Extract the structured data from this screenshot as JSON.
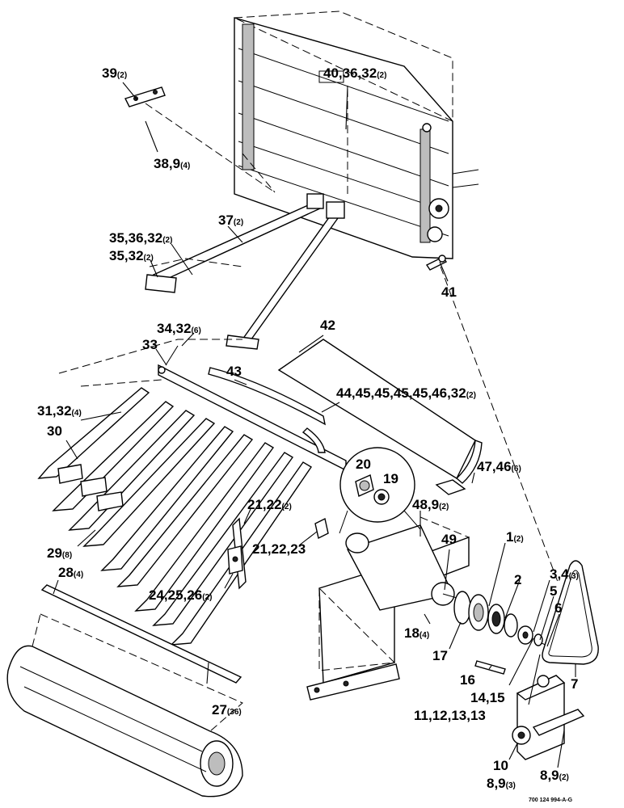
{
  "diagram": {
    "drawing_number": "700 124 994-A-G",
    "callouts": [
      {
        "id": "c39",
        "label": "39",
        "qty": "(2)"
      },
      {
        "id": "c40",
        "label": "40,36,32",
        "qty": "(2)"
      },
      {
        "id": "c38",
        "label": "38,9",
        "qty": "(4)"
      },
      {
        "id": "c37",
        "label": "37",
        "qty": "(2)"
      },
      {
        "id": "c35a",
        "label": "35,36,32",
        "qty": "(2)"
      },
      {
        "id": "c35b",
        "label": "35,32",
        "qty": "(2)"
      },
      {
        "id": "c41",
        "label": "41",
        "qty": ""
      },
      {
        "id": "c42",
        "label": "42",
        "qty": ""
      },
      {
        "id": "c34",
        "label": "34,32",
        "qty": "(6)"
      },
      {
        "id": "c33",
        "label": "33",
        "qty": ""
      },
      {
        "id": "c43",
        "label": "43",
        "qty": ""
      },
      {
        "id": "c44",
        "label": "44,45,45,45,45,46,32",
        "qty": "(2)"
      },
      {
        "id": "c31",
        "label": "31,32",
        "qty": "(4)"
      },
      {
        "id": "c30",
        "label": "30",
        "qty": ""
      },
      {
        "id": "c47",
        "label": "47,46",
        "qty": "(6)"
      },
      {
        "id": "c20",
        "label": "20",
        "qty": ""
      },
      {
        "id": "c19",
        "label": "19",
        "qty": ""
      },
      {
        "id": "c48",
        "label": "48,9",
        "qty": "(2)"
      },
      {
        "id": "c21a",
        "label": "21,22",
        "qty": "(2)"
      },
      {
        "id": "c29",
        "label": "29",
        "qty": "(8)"
      },
      {
        "id": "c21b",
        "label": "21,22,23",
        "qty": ""
      },
      {
        "id": "c49",
        "label": "49",
        "qty": ""
      },
      {
        "id": "c28",
        "label": "28",
        "qty": "(4)"
      },
      {
        "id": "c1",
        "label": "1",
        "qty": "(2)"
      },
      {
        "id": "c2",
        "label": "2",
        "qty": ""
      },
      {
        "id": "c3",
        "label": "3,4",
        "qty": "(3)"
      },
      {
        "id": "c5",
        "label": "5",
        "qty": ""
      },
      {
        "id": "c6",
        "label": "6",
        "qty": ""
      },
      {
        "id": "c24",
        "label": "24,25,26",
        "qty": "(2)"
      },
      {
        "id": "c18",
        "label": "18",
        "qty": "(4)"
      },
      {
        "id": "c17",
        "label": "17",
        "qty": ""
      },
      {
        "id": "c7",
        "label": "7",
        "qty": ""
      },
      {
        "id": "c16",
        "label": "16",
        "qty": ""
      },
      {
        "id": "c14",
        "label": "14,15",
        "qty": ""
      },
      {
        "id": "c27",
        "label": "27",
        "qty": "(36)"
      },
      {
        "id": "c11",
        "label": "11,12,13,13",
        "qty": ""
      },
      {
        "id": "c10",
        "label": "10",
        "qty": ""
      },
      {
        "id": "c8a",
        "label": "8,9",
        "qty": "(2)"
      },
      {
        "id": "c8b",
        "label": "8,9",
        "qty": "(3)"
      }
    ]
  }
}
